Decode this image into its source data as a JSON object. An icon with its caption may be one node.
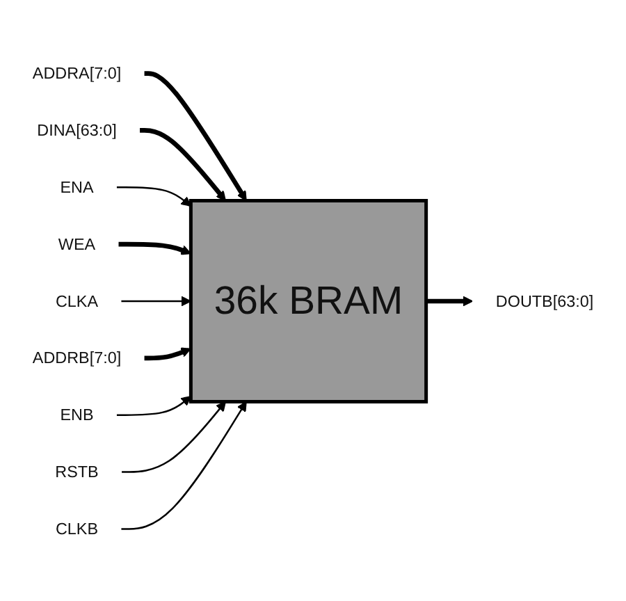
{
  "diagram": {
    "nodes": [
      {
        "text": [
          "36k BRAM"
        ]
      },
      {
        "text": [
          "ADDRA[7:0]"
        ]
      },
      {
        "text": [
          "DINA[63:0]"
        ]
      },
      {
        "text": [
          "ENA"
        ]
      },
      {
        "text": [
          "WEA"
        ]
      },
      {
        "text": [
          "CLKA"
        ]
      },
      {
        "text": [
          "ADDRB[7:0]"
        ]
      },
      {
        "text": [
          "ENB"
        ]
      },
      {
        "text": [
          "RSTB"
        ]
      },
      {
        "text": [
          "CLKB"
        ]
      },
      {
        "text": [
          "DOUTB[63:0]"
        ]
      }
    ],
    "edges": [
      {
        "from": 1,
        "to": 0,
        "arrow": "to",
        "style": "thick"
      },
      {
        "from": 2,
        "to": 0,
        "arrow": "to",
        "style": "thick"
      },
      {
        "from": 3,
        "to": 0,
        "arrow": "to"
      },
      {
        "from": 4,
        "to": 0,
        "arrow": "to",
        "style": "thick"
      },
      {
        "from": 5,
        "to": 0,
        "arrow": "to"
      },
      {
        "from": 6,
        "to": 0,
        "arrow": "to",
        "style": "thick"
      },
      {
        "from": 7,
        "to": 0,
        "arrow": "to"
      },
      {
        "from": 8,
        "to": 0,
        "arrow": "to"
      },
      {
        "from": 9,
        "to": 0,
        "arrow": "to"
      },
      {
        "from": 0,
        "to": 10,
        "arrow": "to",
        "style": "thick"
      }
    ]
  }
}
